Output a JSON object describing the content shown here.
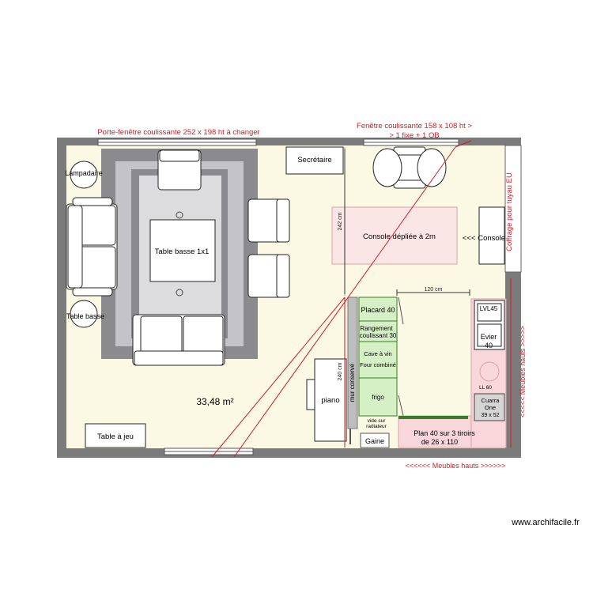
{
  "colors": {
    "wall": "#7b7b7b",
    "floor": "#fbf8e4",
    "rug_outer": "#8a8a8f",
    "rug_mid": "#c4c4c8",
    "rug_inner": "#dcdcdf",
    "console_fill": "#fbe6e6",
    "green": "#d6f0c6",
    "green_stroke": "#3b7a2a",
    "kitchen_pink": "#f8d6d9",
    "red_annotation": "#d71920"
  },
  "annotations": {
    "porte_fenetre": "Porte-fenêtre coulissante 252 x 198 ht à changer",
    "fenetre_line1": "Fenêtre coulissante 158 x 108 ht >",
    "fenetre_line2": "> 1 fixe + 1 OB",
    "coffrage": "Coffrage pour tuyau EU",
    "meubles_hauts_right": "<<<<<  Meubles hauts  >>>>>",
    "meubles_hauts_bottom": "<<<<<< Meubles hauts >>>>>>"
  },
  "rooms": {
    "area": "33,48 m²"
  },
  "furniture": {
    "lampadaire": "Lampadaire",
    "table_basse_round": "Table basse",
    "table_basse_main": "Table basse 1x1",
    "secretaire": "Secrétaire",
    "console_depliee": "Console dépliée à 2m",
    "console": "<<< Console",
    "table_a_jeu": "Table à jeu",
    "piano": "piano",
    "placard": "Placard 40",
    "rangement_1": "Rangement",
    "rangement_2": "coulissant 30",
    "cave_a_vin": "Cave à vin",
    "four_combine": "Four combiné",
    "frigo": "frigo",
    "vide_1": "vide sur",
    "vide_2": "radiateur",
    "gaine": "Gaine",
    "plan_1": "Plan 40 sur 3 tiroirs",
    "plan_2": "de 26 x 110",
    "mur_conserve": "mur conservé",
    "lvl": "LVL45",
    "evier_1": "Evier",
    "evier_2": "40",
    "ll": "LL 60",
    "cuisson_1": "Cuarra",
    "cuisson_2": "One",
    "cuisson_3": "39 x 52"
  },
  "dimensions": {
    "d242": "242 cm",
    "d240": "240 cm",
    "d120": "120 cm"
  },
  "watermark": "www.archifacile.fr"
}
